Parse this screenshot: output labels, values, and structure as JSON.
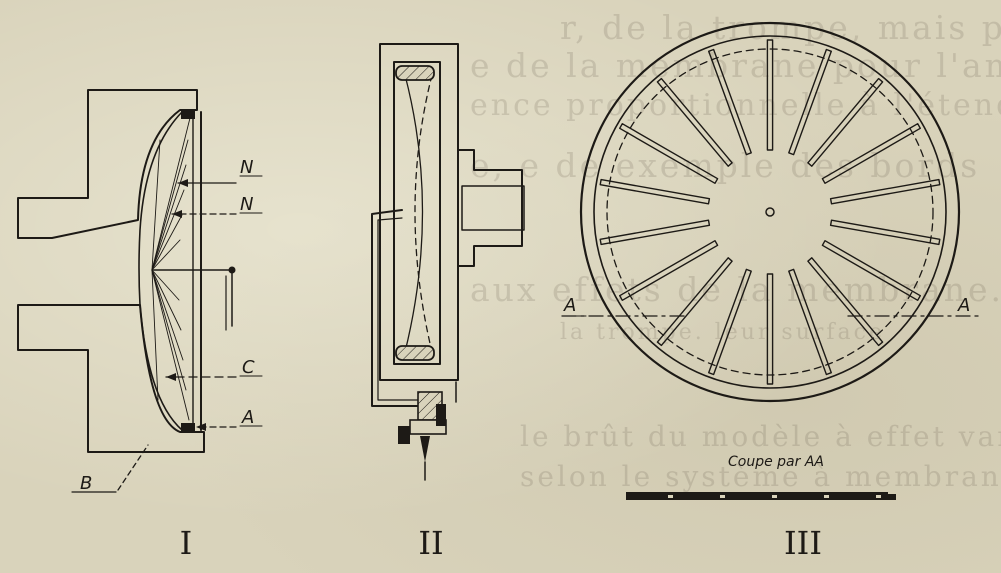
{
  "figures": {
    "fig1": {
      "numeral": "I",
      "labels": {
        "n1": "N",
        "n2": "N",
        "c": "C",
        "a": "A",
        "b": "B"
      }
    },
    "fig2": {
      "numeral": "II"
    },
    "fig3": {
      "numeral": "III",
      "section_left": "A",
      "section_right": "A",
      "caption": "Coupe par AA"
    }
  },
  "background_text": [
    "r, de la trompe, mais pour faire une reco-",
    "e de la membrane pour l'amortir. La part des",
    "ence proportionnelle à l'étendue de la trompe, on",
    "e, e  de   exemple  des  bords",
    "aux effets de la membrane.  La  membrane",
    "la trompe.   leur  surface",
    "le brût du modèle à effet variable  vibrant",
    "selon le système à membrane à la lumière"
  ],
  "colors": {
    "ink": "#1d1a16",
    "paper": "#d9d3bb"
  }
}
